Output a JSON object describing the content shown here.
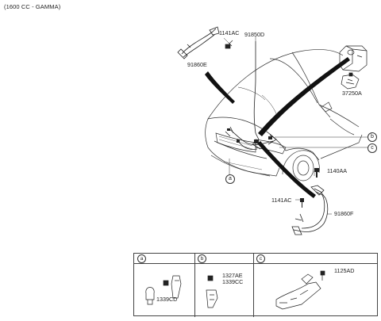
{
  "header": {
    "engine": "(1600 CC - GAMMA)"
  },
  "callouts": {
    "p1141AC_top": "1141AC",
    "p91850D": "91850D",
    "p91860E": "91860E",
    "p37250A": "37250A",
    "p1140AA": "1140AA",
    "p1141AC_bottom": "1141AC",
    "p91860F": "91860F"
  },
  "markers": {
    "a": "a",
    "b": "b",
    "c": "c"
  },
  "table": {
    "cell_a": {
      "letter": "a",
      "parts": [
        "1339CD"
      ]
    },
    "cell_b": {
      "letter": "b",
      "parts": [
        "1327AE",
        "1339CC"
      ]
    },
    "cell_c": {
      "letter": "c",
      "parts": [
        "1125AD"
      ]
    }
  }
}
